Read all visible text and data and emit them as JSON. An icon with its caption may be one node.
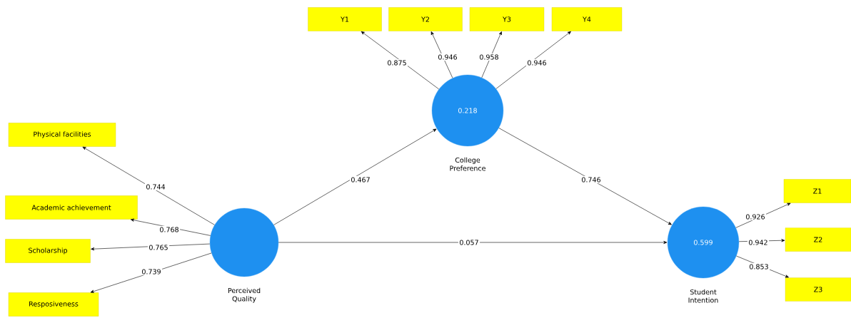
{
  "diagram": {
    "nodes": [
      {
        "text": [],
        "shape": "circle",
        "beside": [
          "Perceived Quality"
        ]
      },
      {
        "text": [
          "0.218"
        ],
        "beside": [
          "College Preference"
        ]
      },
      {
        "text": [
          "0.599"
        ],
        "beside": [
          "Student Intention"
        ]
      },
      {
        "text": [
          "Physical facilities"
        ]
      },
      {
        "text": [
          "Academic achievement"
        ]
      },
      {
        "text": [
          "Scholarship"
        ]
      },
      {
        "text": [
          "Resposiveness"
        ]
      },
      {
        "text": [
          "Y1"
        ]
      },
      {
        "text": [
          "Y2"
        ]
      },
      {
        "text": [
          "Y3"
        ]
      },
      {
        "text": [
          "Y4"
        ]
      },
      {
        "text": [
          "Z1"
        ]
      },
      {
        "text": [
          "Z2"
        ]
      },
      {
        "text": [
          "Z3"
        ]
      }
    ],
    "edges": [
      {
        "from": 0,
        "to": 3,
        "arrow": "to",
        "label": "0.744"
      },
      {
        "from": 0,
        "to": 4,
        "arrow": "to",
        "label": "0.768"
      },
      {
        "from": 0,
        "to": 5,
        "arrow": "to",
        "label": "0.765"
      },
      {
        "from": 0,
        "to": 6,
        "arrow": "to",
        "label": "0.739"
      },
      {
        "from": 0,
        "to": 1,
        "arrow": "to",
        "label": "0.467"
      },
      {
        "from": 0,
        "to": 2,
        "arrow": "to",
        "label": "0.057"
      },
      {
        "from": 1,
        "to": 2,
        "arrow": "to",
        "label": "0.746"
      },
      {
        "from": 1,
        "to": 7,
        "arrow": "to",
        "label": "0.875"
      },
      {
        "from": 1,
        "to": 8,
        "arrow": "to",
        "label": "0.946"
      },
      {
        "from": 1,
        "to": 9,
        "arrow": "to",
        "label": "0.958"
      },
      {
        "from": 1,
        "to": 10,
        "arrow": "to",
        "label": "0.946"
      },
      {
        "from": 2,
        "to": 11,
        "arrow": "to",
        "label": "0.926"
      },
      {
        "from": 2,
        "to": 12,
        "arrow": "to",
        "label": "0.942"
      },
      {
        "from": 2,
        "to": 13,
        "arrow": "to",
        "label": "0.853"
      }
    ]
  }
}
